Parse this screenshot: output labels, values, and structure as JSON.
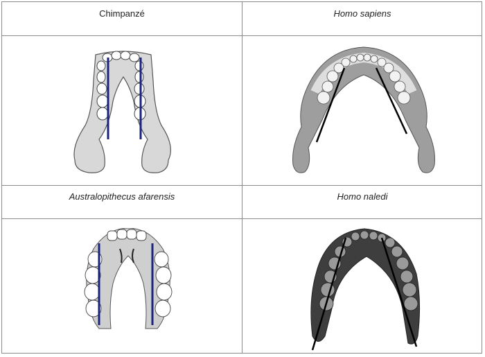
{
  "table": {
    "headers": {
      "top_left": "Chimpanzé",
      "top_right": "Homo sapiens",
      "bottom_left": "Australopithecus afarensis",
      "bottom_right": "Homo naledi"
    }
  },
  "colors": {
    "border": "#8a8a8a",
    "line_dark_blue": "#1a237e",
    "line_black": "#000000",
    "bone_light": "#d9d9d9",
    "bone_dark": "#4a4a4a"
  },
  "icons": {
    "chimp": "chimpanzee-jaw-icon",
    "sapiens": "homo-sapiens-jaw-icon",
    "afarensis": "australopithecus-jaw-icon",
    "naledi": "homo-naledi-jaw-icon"
  }
}
